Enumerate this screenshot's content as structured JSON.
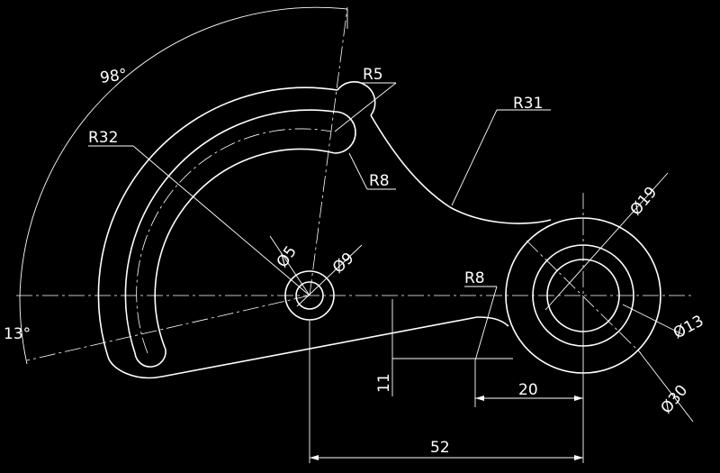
{
  "drawing": {
    "background": "#000000",
    "line_color": "#ffffff",
    "dimensions": {
      "angle_98": "98°",
      "angle_13": "13°",
      "r5": "R5",
      "r31": "R31",
      "r32": "R32",
      "r8_top": "R8",
      "r8_bottom": "R8",
      "d5": "Ø5",
      "d9": "Ø9",
      "d19": "Ø19",
      "d13": "Ø13",
      "d30": "Ø30",
      "len_11": "11",
      "len_20": "20",
      "len_52": "52"
    }
  }
}
